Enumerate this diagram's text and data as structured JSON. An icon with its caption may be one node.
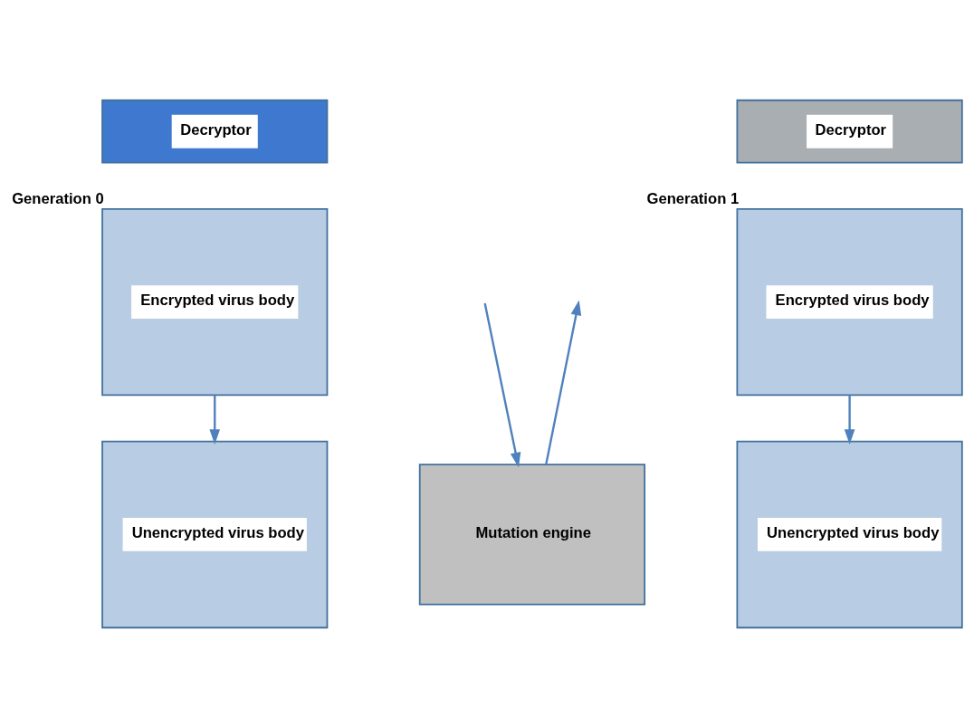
{
  "diagram": {
    "nodes": [
      {
        "text": [
          "Decryptor"
        ]
      },
      {
        "text": [
          "Encrypted virus body"
        ],
        "beside": [
          "Generation 0"
        ]
      },
      {
        "text": [
          "Unencrypted virus body"
        ]
      },
      {
        "text": [
          "Mutation engine"
        ]
      },
      {
        "text": [
          "Decryptor"
        ]
      },
      {
        "text": [
          "Encrypted virus body"
        ],
        "beside": [
          "Generation 1"
        ]
      },
      {
        "text": [
          "Unencrypted virus body"
        ]
      }
    ],
    "edges": [
      {
        "from": 1,
        "to": 2,
        "arrow": "to"
      },
      {
        "from": null,
        "to": 3,
        "arrow": "to"
      },
      {
        "from": 3,
        "to": null,
        "arrow": "to"
      },
      {
        "from": 5,
        "to": 6,
        "arrow": "to"
      }
    ]
  }
}
